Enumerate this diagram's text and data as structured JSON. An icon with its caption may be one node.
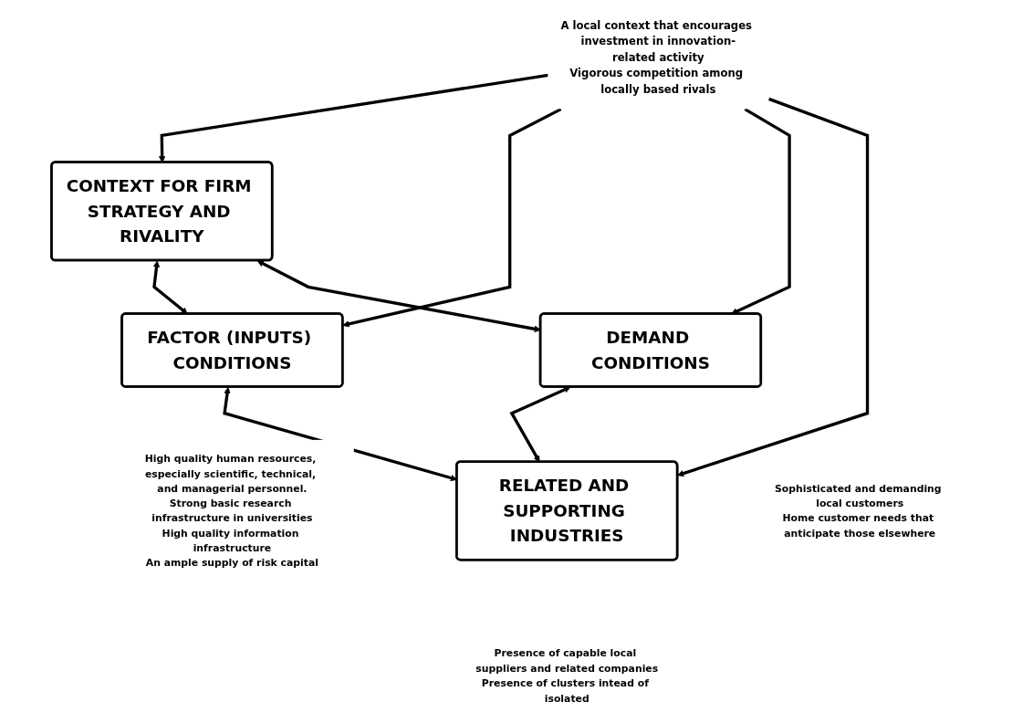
{
  "diagram": {
    "nodes": [
      {
        "text": [
          "CONTEXT FOR FIRM STRATEGY AND RIVALITY"
        ]
      },
      {
        "text": [
          "FACTOR (INPUTS) CONDITIONS"
        ],
        "beside": [
          "High quality human resources, especially scientific, technical, and managerial personnel.",
          "Strong basic research infrastructure in universities",
          "High quality information infrastructure",
          "An ample supply of risk capital"
        ]
      },
      {
        "text": [
          "A local context that encourages investment in innovation-related activity",
          "Vigorous competition among locally based rivals"
        ]
      },
      {
        "text": [
          "DEMAND CONDITIONS"
        ],
        "beside": [
          "Sophisticated and demanding local customers",
          "Home customer needs that anticipate those elsewhere"
        ]
      },
      {
        "text": [
          "RELATED AND SUPPORTING INDUSTRIES"
        ],
        "beside": [
          "Presence of capable local suppliers and related companies",
          "Presence of clusters intead of isolated"
        ]
      }
    ],
    "edges": [
      {
        "from": 2,
        "to": 0,
        "arrow": "to"
      },
      {
        "from": 2,
        "to": 1,
        "arrow": "to"
      },
      {
        "from": 2,
        "to": 3,
        "arrow": "to"
      },
      {
        "from": 2,
        "to": 4,
        "arrow": "to"
      },
      {
        "from": 0,
        "to": 1,
        "arrow": "both"
      },
      {
        "from": 0,
        "to": 3,
        "arrow": "both"
      },
      {
        "from": 1,
        "to": 4,
        "arrow": "both"
      },
      {
        "from": 3,
        "to": 4,
        "arrow": "both"
      }
    ]
  }
}
